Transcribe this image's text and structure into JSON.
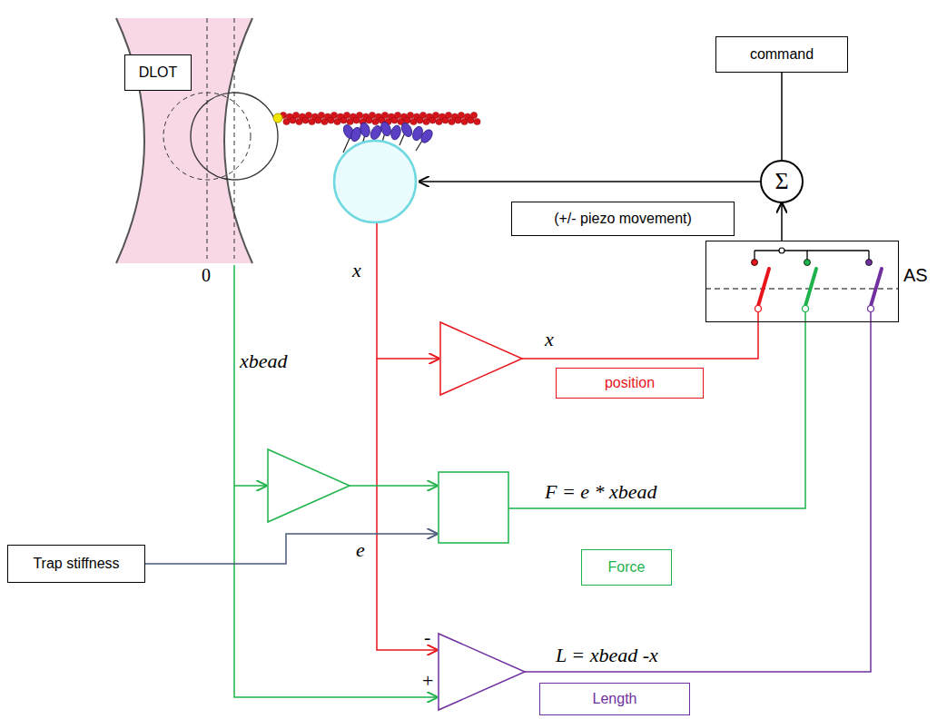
{
  "diagram": {
    "nodes": [
      {
        "text": [
          "DLOT"
        ]
      },
      {
        "text": [
          "command"
        ]
      },
      {
        "text": [
          "Σ"
        ]
      },
      {
        "text": [
          "(+/- piezo movement)"
        ]
      },
      {
        "text": [
          "AS"
        ]
      },
      {
        "text": [
          "position"
        ]
      },
      {
        "text": [
          "Trap stiffness"
        ]
      },
      {
        "text": [
          "Force"
        ]
      },
      {
        "text": [
          "Length"
        ]
      }
    ],
    "edges": [
      {
        "from": 1,
        "to": 2,
        "arrow": "none"
      },
      {
        "from": 4,
        "to": 2,
        "arrow": "to"
      }
    ],
    "labels": [
      "0",
      "x",
      "xbead",
      "x",
      "F = e * xbead",
      "e",
      "-",
      "+",
      "L = xbead -x"
    ]
  }
}
